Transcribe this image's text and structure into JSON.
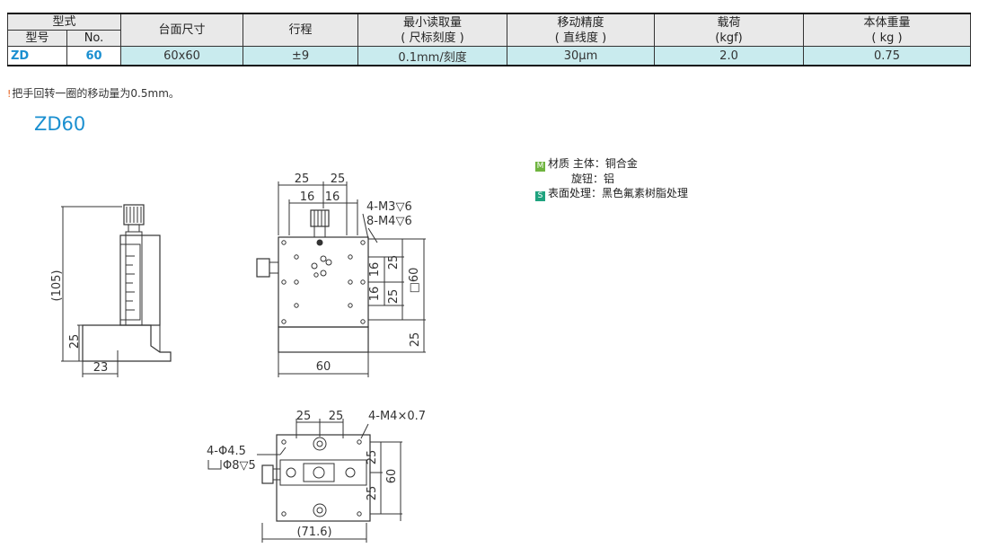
{
  "table": {
    "group_header": "型式",
    "sub_headers": [
      "型号",
      "No."
    ],
    "columns": [
      "台面尺寸",
      "行程",
      "最小读取量\n( 尺标刻度 )",
      "移动精度\n( 直线度 )",
      "载荷\n(kgf)",
      "本体重量\n( kg )"
    ],
    "row": {
      "model": "ZD",
      "no": "60",
      "cells": [
        "60x60",
        "±9",
        "0.1mm/刻度",
        "30μm",
        "2.0",
        "0.75"
      ]
    }
  },
  "note": {
    "icon": "!",
    "text": "把手回转一圈的移动量为0.5mm。"
  },
  "product_title": "ZD60",
  "materials": {
    "m_tag": "M",
    "s_tag": "S",
    "line1": "材质 主体：铜合金",
    "line2": "旋钮：铝",
    "line3": "表面处理：黑色氟素树脂处理"
  },
  "dims": {
    "side_height": "(105)",
    "side_25": "25",
    "side_23": "23",
    "top_25a": "25",
    "top_25b": "25",
    "top_16a": "16",
    "top_16b": "16",
    "top_m3": "4-M3▽6",
    "top_m4": "8-M4▽6",
    "top_r16a": "16",
    "top_r16b": "16",
    "top_r25a": "25",
    "top_r25b": "25",
    "top_sq60": "□60",
    "top_r25c": "25",
    "top_60": "60",
    "bot_25a": "25",
    "bot_25b": "25",
    "bot_m4": "4-M4×0.7",
    "bot_hole": "4-Φ4.5",
    "bot_cb": "Φ8▽5",
    "bot_r25a": "25",
    "bot_r25b": "25",
    "bot_60": "60",
    "bot_716": "(71.6)"
  }
}
